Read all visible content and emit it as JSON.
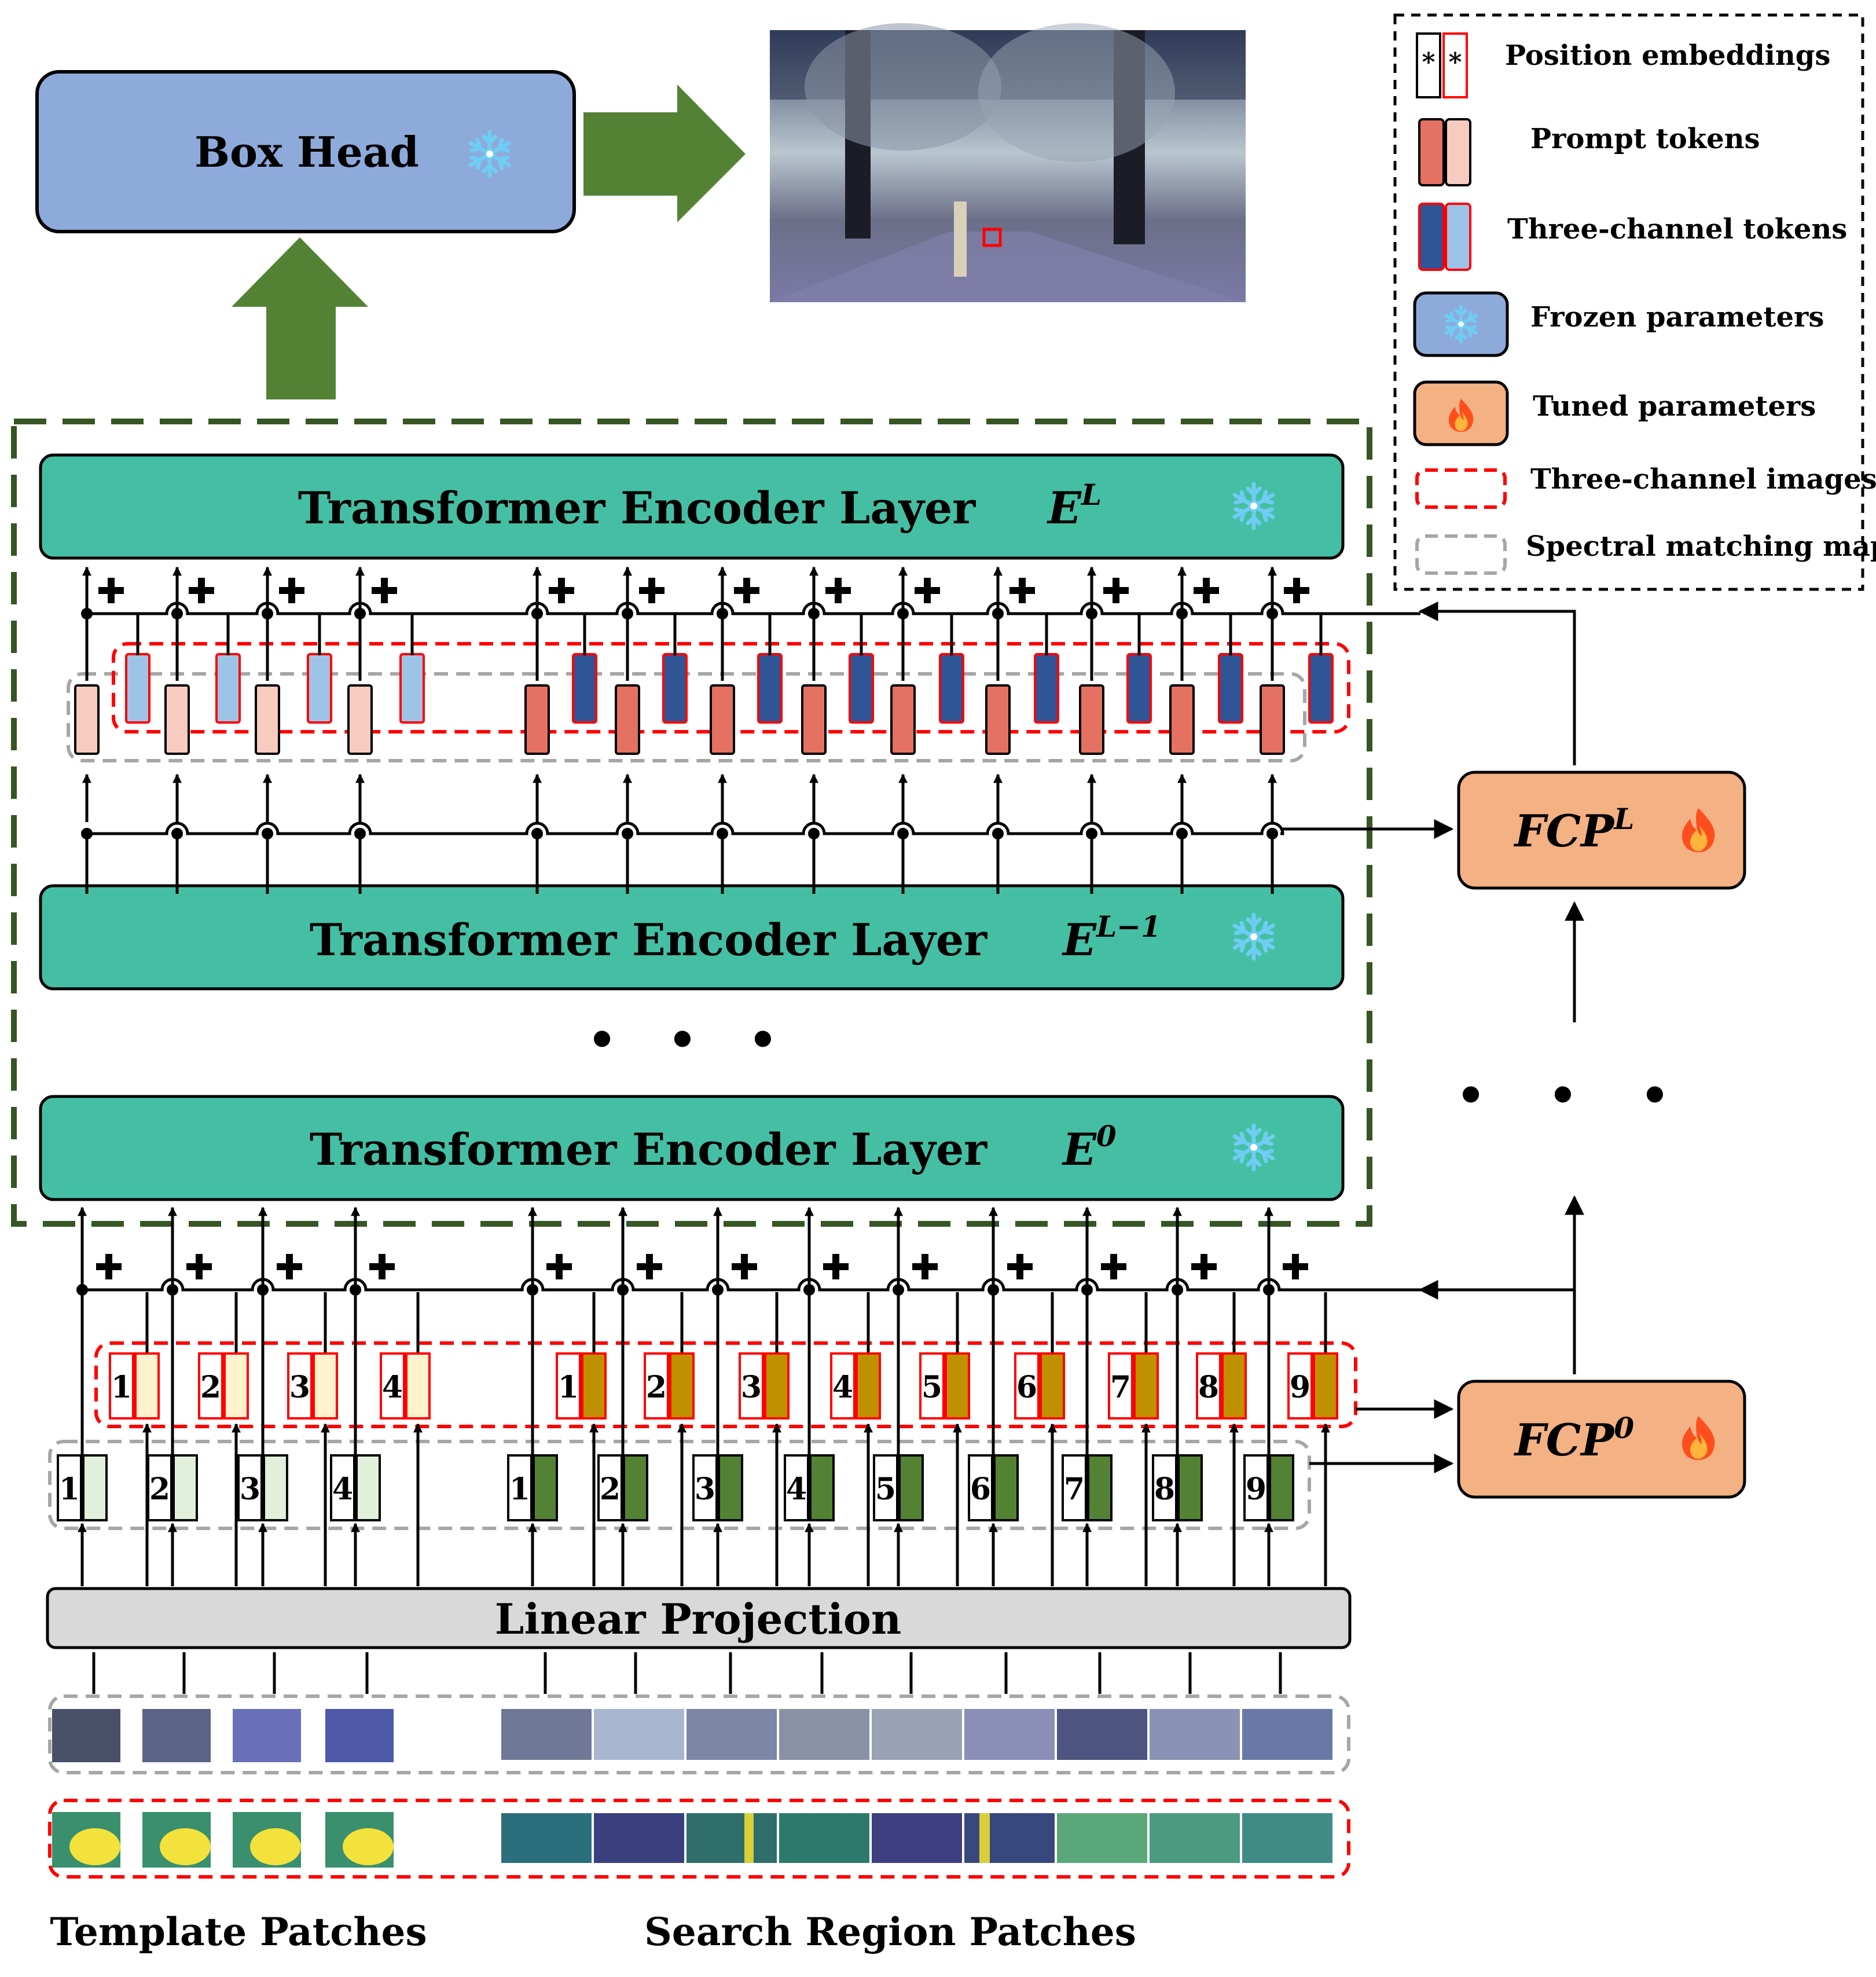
{
  "box_head": {
    "label": "Box Head",
    "icon": "snowflake-icon"
  },
  "encoders": [
    {
      "label": "Transformer Encoder Layer",
      "superscript_label": "E^L",
      "icon": "snowflake-icon"
    },
    {
      "label": "Transformer Encoder Layer",
      "superscript_label": "E^{L-1}",
      "icon": "snowflake-icon"
    },
    {
      "label": "Transformer Encoder Layer",
      "superscript_label": "E^0",
      "icon": "snowflake-icon"
    }
  ],
  "fcp_blocks": [
    {
      "label": "FCP^L",
      "icon": "fire-icon"
    },
    {
      "label": "FCP^0",
      "icon": "fire-icon"
    }
  ],
  "linear_projection": {
    "label": "Linear Projection"
  },
  "bottom_labels": {
    "template": "Template Patches",
    "search": "Search Region Patches"
  },
  "template_token_numbers": [
    "1",
    "2",
    "3",
    "4"
  ],
  "search_token_numbers": [
    "1",
    "2",
    "3",
    "4",
    "5",
    "6",
    "7",
    "8",
    "9"
  ],
  "legend": [
    {
      "label": "Position embeddings",
      "icon": "position-embedding-icon"
    },
    {
      "label": "Prompt tokens",
      "icon": "prompt-token-icon"
    },
    {
      "label": "Three-channel tokens",
      "icon": "three-channel-token-icon"
    },
    {
      "label": "Frozen parameters",
      "icon": "snowflake-icon"
    },
    {
      "label": "Tuned parameters",
      "icon": "fire-icon"
    },
    {
      "label": "Three-channel images",
      "icon": "red-dashed-box-icon"
    },
    {
      "label": "Spectral matching map",
      "icon": "gray-dashed-box-icon"
    }
  ],
  "position_embedding_glyph": "*",
  "ellipsis": "• • •",
  "colors": {
    "encoder_teal": "#45bfa4",
    "box_head_blue": "#8eaadb",
    "fcp_orange": "#f4b183",
    "arrow_green": "#548235",
    "prompt_red": "#e57163",
    "prompt_pink": "#f8cbc0",
    "token_navy": "#2f5597",
    "token_lightblue": "#9dc3e6",
    "template_green": "#e2efda",
    "search_green": "#548235",
    "template_cream": "#fff2cc",
    "search_gold": "#bf9000",
    "red_dash": "#ff0000",
    "gray_dash": "#a6a6a6",
    "frame_green": "#375623"
  }
}
